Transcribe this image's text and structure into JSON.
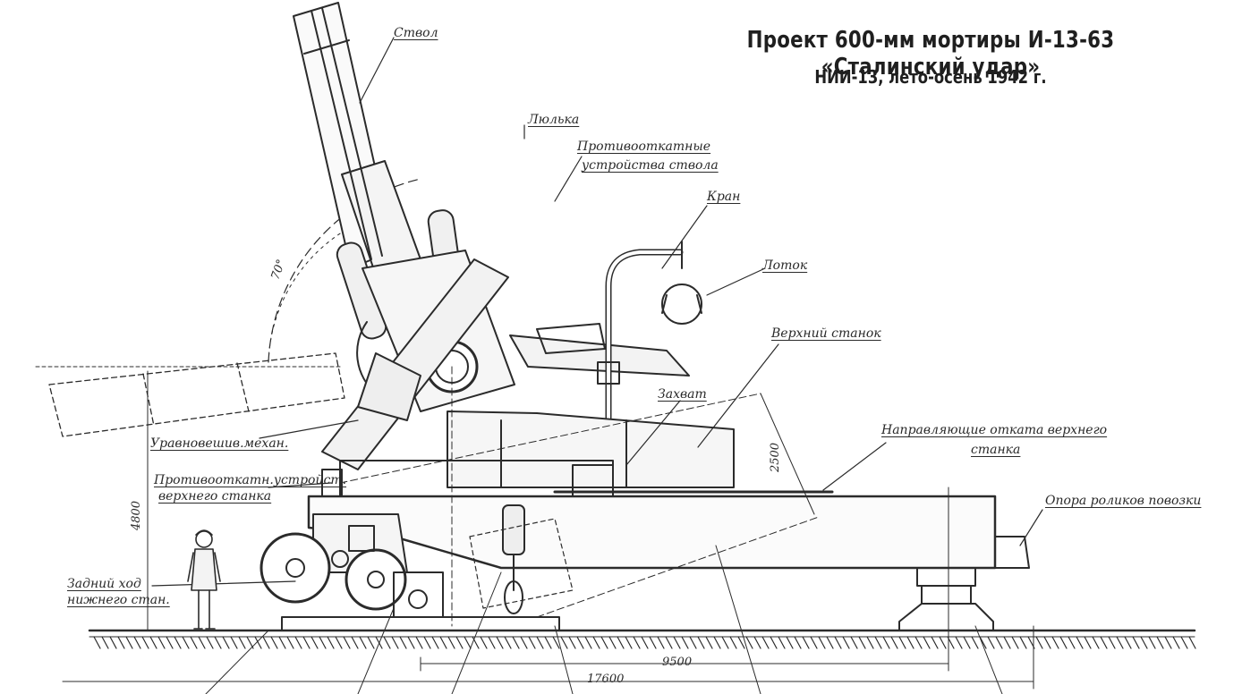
{
  "title": "Проект 600-мм мортиры И-13-63 «Сталинский удар»",
  "subtitle": "НИИ-13, лето-осень 1942 г.",
  "labels": {
    "barrel": "Ствол",
    "cradle": "Люлька",
    "recoil_barrel_1": "Противооткатные",
    "recoil_barrel_2": "устройства ствола",
    "crane": "Кран",
    "tray": "Лоток",
    "upper_carriage": "Верхний станок",
    "grip": "Захват",
    "guides_1": "Направляющие отката верхнего",
    "guides_2": "станка",
    "balancer": "Уравновешив.механ.",
    "recoil_upper_1": "Противооткатн.устройст.",
    "recoil_upper_2": "верхнего станка",
    "roller_support": "Опора роликов повозки",
    "rear_1": "Задний ход",
    "rear_2": "нижнего стан."
  },
  "dimensions": {
    "angle": "70°",
    "height": "4800",
    "recoil": "2500",
    "base": "9500",
    "length": "17600"
  }
}
